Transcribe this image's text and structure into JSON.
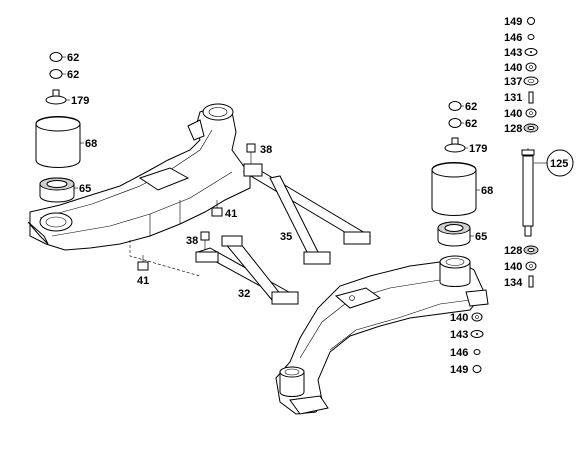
{
  "labels": {
    "l62a": "62",
    "l62b": "62",
    "l179a": "179",
    "l68a": "68",
    "l65a": "65",
    "l41a": "41",
    "l41b": "41",
    "l38a": "38",
    "l38b": "38",
    "l35": "35",
    "l32": "32",
    "l62c": "62",
    "l62d": "62",
    "l179b": "179",
    "l68b": "68",
    "l65b": "65",
    "l125": "125",
    "r149": "149",
    "r146": "146",
    "r143": "143",
    "r140a": "140",
    "r137": "137",
    "r131": "131",
    "r140b": "140",
    "r128a": "128",
    "r128b": "128",
    "r140c": "140",
    "r134": "134",
    "b140": "140",
    "b143": "143",
    "b146": "146",
    "b149": "149"
  }
}
